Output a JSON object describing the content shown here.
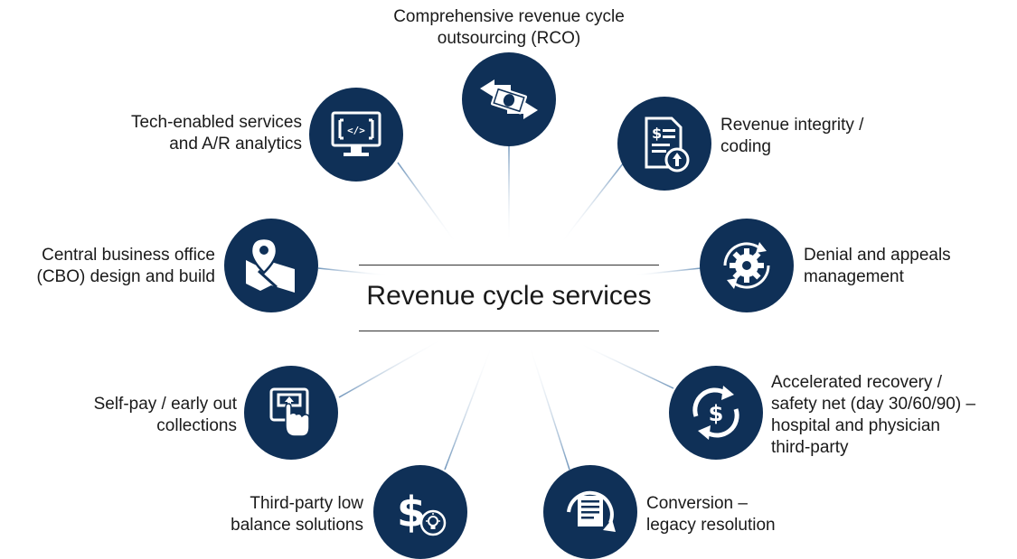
{
  "center": {
    "title": "Revenue cycle services"
  },
  "services": [
    {
      "id": "rco",
      "icon": "money-transfer-icon",
      "lines": [
        "Comprehensive revenue cycle",
        "outsourcing (RCO)"
      ]
    },
    {
      "id": "integrity",
      "icon": "document-dollar-icon",
      "lines": [
        "Revenue integrity /",
        "coding"
      ]
    },
    {
      "id": "denial",
      "icon": "gear-cycle-icon",
      "lines": [
        "Denial and appeals",
        "management"
      ]
    },
    {
      "id": "recovery",
      "icon": "dollar-cycle-icon",
      "lines": [
        "Accelerated recovery /",
        "safety net (day 30/60/90) –",
        "hospital and physician",
        "third-party"
      ]
    },
    {
      "id": "conversion",
      "icon": "document-refresh-icon",
      "lines": [
        "Conversion –",
        "legacy resolution"
      ]
    },
    {
      "id": "low-balance",
      "icon": "dollar-lightbulb-icon",
      "lines": [
        "Third-party low",
        "balance solutions"
      ]
    },
    {
      "id": "self-pay",
      "icon": "card-payment-icon",
      "lines": [
        "Self-pay / early out",
        "collections"
      ]
    },
    {
      "id": "cbo",
      "icon": "map-pin-icon",
      "lines": [
        "Central business office",
        "(CBO) design and build"
      ]
    },
    {
      "id": "tech",
      "icon": "monitor-code-icon",
      "lines": [
        "Tech-enabled services",
        "and A/R analytics"
      ]
    }
  ],
  "colors": {
    "node": "#0f3057",
    "spoke": "#a9c3dc"
  }
}
